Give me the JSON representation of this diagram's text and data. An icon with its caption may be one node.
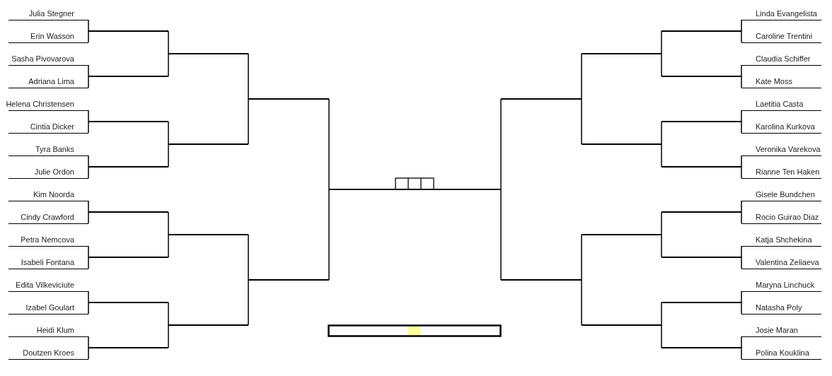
{
  "diagram": {
    "nodes": [
      {
        "text": [
          "Julia Stegner"
        ]
      },
      {
        "text": [
          "Erin Wasson"
        ]
      },
      {
        "text": [
          "Sasha Pivovarova"
        ]
      },
      {
        "text": [
          "Adriana Lima"
        ]
      },
      {
        "text": [
          "Helena Christensen"
        ]
      },
      {
        "text": [
          "Cintia Dicker"
        ]
      },
      {
        "text": [
          "Tyra Banks"
        ]
      },
      {
        "text": [
          "Julie Ordon"
        ]
      },
      {
        "text": [
          "Kim Noorda"
        ]
      },
      {
        "text": [
          "Cindy Crawford"
        ]
      },
      {
        "text": [
          "Petra Nemcova"
        ]
      },
      {
        "text": [
          "Isabeli Fontana"
        ]
      },
      {
        "text": [
          "Edita Vilkeviciute"
        ]
      },
      {
        "text": [
          "Izabel Goulart"
        ]
      },
      {
        "text": [
          "Heidi Klum"
        ]
      },
      {
        "text": [
          "Doutzen Kroes"
        ]
      },
      {
        "text": [
          "Linda Evangelista"
        ]
      },
      {
        "text": [
          "Caroline Trentini"
        ]
      },
      {
        "text": [
          "Claudia Schiffer"
        ]
      },
      {
        "text": [
          "Kate Moss"
        ]
      },
      {
        "text": [
          "Laetitia Casta"
        ]
      },
      {
        "text": [
          "Karolina Kurkova"
        ]
      },
      {
        "text": [
          "Veronika Varekova"
        ]
      },
      {
        "text": [
          "Rianne Ten Haken"
        ]
      },
      {
        "text": [
          "Gisele Bundchen"
        ]
      },
      {
        "text": [
          "Rocio Guirao Diaz"
        ]
      },
      {
        "text": [
          "Katja Shchekina"
        ]
      },
      {
        "text": [
          "Valentina Zeliaeva"
        ]
      },
      {
        "text": [
          "Maryna Linchuck"
        ]
      },
      {
        "text": [
          "Natasha Poly"
        ]
      },
      {
        "text": [
          "Josie Maran"
        ]
      },
      {
        "text": [
          "Polina Kouklina"
        ]
      },
      {
        "text": [],
        "shape": "bar"
      },
      {
        "text": [],
        "shape": "bar"
      },
      {
        "text": [],
        "shape": "bar"
      },
      {
        "text": [],
        "shape": "bar"
      },
      {
        "text": [],
        "shape": "bar"
      },
      {
        "text": [],
        "shape": "bar"
      },
      {
        "text": [],
        "shape": "bar"
      },
      {
        "text": [],
        "shape": "bar"
      },
      {
        "text": [],
        "shape": "bar"
      },
      {
        "text": [],
        "shape": "bar"
      },
      {
        "text": [],
        "shape": "bar"
      },
      {
        "text": [],
        "shape": "bar"
      },
      {
        "text": [],
        "shape": "bar"
      },
      {
        "text": [],
        "shape": "bar"
      },
      {
        "text": [],
        "shape": "bar"
      },
      {
        "text": [],
        "shape": "bar"
      },
      {
        "text": [],
        "shape": "bar"
      },
      {
        "text": [],
        "shape": "bar"
      },
      {
        "text": [],
        "shape": "bar"
      },
      {
        "text": [],
        "shape": "bar"
      },
      {
        "text": [],
        "shape": "bar"
      },
      {
        "text": [],
        "shape": "bar"
      },
      {
        "text": [],
        "shape": "bar"
      },
      {
        "text": [],
        "shape": "bar"
      },
      {
        "text": [],
        "shape": "bar"
      },
      {
        "text": [],
        "shape": "bar"
      },
      {
        "text": [],
        "shape": "bar"
      },
      {
        "text": [],
        "shape": "bar"
      },
      {
        "text": [],
        "shape": "bar"
      }
    ],
    "edges": [
      {
        "from": 0,
        "to": 32,
        "arrow": "none"
      },
      {
        "from": 1,
        "to": 32,
        "arrow": "none"
      },
      {
        "from": 2,
        "to": 33,
        "arrow": "none"
      },
      {
        "from": 3,
        "to": 33,
        "arrow": "none"
      },
      {
        "from": 4,
        "to": 34,
        "arrow": "none"
      },
      {
        "from": 5,
        "to": 34,
        "arrow": "none"
      },
      {
        "from": 6,
        "to": 35,
        "arrow": "none"
      },
      {
        "from": 7,
        "to": 35,
        "arrow": "none"
      },
      {
        "from": 8,
        "to": 36,
        "arrow": "none"
      },
      {
        "from": 9,
        "to": 36,
        "arrow": "none"
      },
      {
        "from": 10,
        "to": 37,
        "arrow": "none"
      },
      {
        "from": 11,
        "to": 37,
        "arrow": "none"
      },
      {
        "from": 12,
        "to": 38,
        "arrow": "none"
      },
      {
        "from": 13,
        "to": 38,
        "arrow": "none"
      },
      {
        "from": 14,
        "to": 39,
        "arrow": "none"
      },
      {
        "from": 15,
        "to": 39,
        "arrow": "none"
      },
      {
        "from": 16,
        "to": 53,
        "arrow": "none"
      },
      {
        "from": 17,
        "to": 53,
        "arrow": "none"
      },
      {
        "from": 18,
        "to": 54,
        "arrow": "none"
      },
      {
        "from": 19,
        "to": 54,
        "arrow": "none"
      },
      {
        "from": 20,
        "to": 55,
        "arrow": "none"
      },
      {
        "from": 21,
        "to": 55,
        "arrow": "none"
      },
      {
        "from": 22,
        "to": 56,
        "arrow": "none"
      },
      {
        "from": 23,
        "to": 56,
        "arrow": "none"
      },
      {
        "from": 24,
        "to": 57,
        "arrow": "none"
      },
      {
        "from": 25,
        "to": 57,
        "arrow": "none"
      },
      {
        "from": 26,
        "to": 58,
        "arrow": "none"
      },
      {
        "from": 27,
        "to": 58,
        "arrow": "none"
      },
      {
        "from": 28,
        "to": 59,
        "arrow": "none"
      },
      {
        "from": 29,
        "to": 59,
        "arrow": "none"
      },
      {
        "from": 30,
        "to": 60,
        "arrow": "none"
      },
      {
        "from": 31,
        "to": 60,
        "arrow": "none"
      },
      {
        "from": 32,
        "to": 40,
        "arrow": "none"
      },
      {
        "from": 33,
        "to": 40,
        "arrow": "none"
      },
      {
        "from": 34,
        "to": 41,
        "arrow": "none"
      },
      {
        "from": 35,
        "to": 41,
        "arrow": "none"
      },
      {
        "from": 36,
        "to": 42,
        "arrow": "none"
      },
      {
        "from": 37,
        "to": 42,
        "arrow": "none"
      },
      {
        "from": 38,
        "to": 43,
        "arrow": "none"
      },
      {
        "from": 39,
        "to": 43,
        "arrow": "none"
      },
      {
        "from": 53,
        "to": 49,
        "arrow": "none"
      },
      {
        "from": 54,
        "to": 49,
        "arrow": "none"
      },
      {
        "from": 55,
        "to": 50,
        "arrow": "none"
      },
      {
        "from": 56,
        "to": 50,
        "arrow": "none"
      },
      {
        "from": 57,
        "to": 51,
        "arrow": "none"
      },
      {
        "from": 58,
        "to": 51,
        "arrow": "none"
      },
      {
        "from": 59,
        "to": 52,
        "arrow": "none"
      },
      {
        "from": 60,
        "to": 52,
        "arrow": "none"
      },
      {
        "from": 40,
        "to": 44,
        "arrow": "none"
      },
      {
        "from": 41,
        "to": 44,
        "arrow": "none"
      },
      {
        "from": 42,
        "to": 45,
        "arrow": "none"
      },
      {
        "from": 43,
        "to": 45,
        "arrow": "none"
      },
      {
        "from": 49,
        "to": 47,
        "arrow": "none"
      },
      {
        "from": 50,
        "to": 47,
        "arrow": "none"
      },
      {
        "from": 51,
        "to": 48,
        "arrow": "none"
      },
      {
        "from": 52,
        "to": 48,
        "arrow": "none"
      },
      {
        "from": 44,
        "to": 46,
        "arrow": "none"
      },
      {
        "from": 45,
        "to": 46,
        "arrow": "none"
      },
      {
        "from": 47,
        "to": 46,
        "arrow": "none"
      },
      {
        "from": 48,
        "to": 46,
        "arrow": "none"
      }
    ]
  }
}
